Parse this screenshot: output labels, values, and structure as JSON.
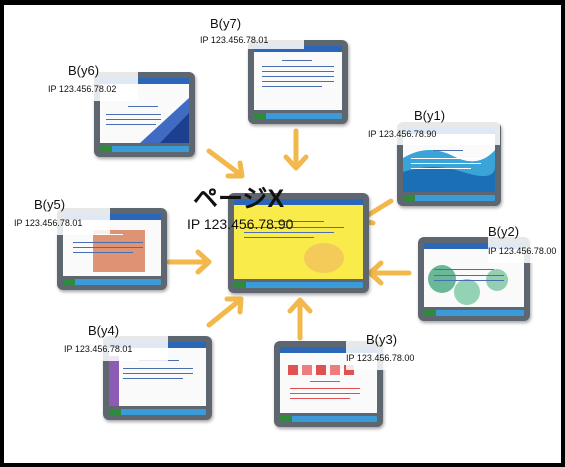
{
  "center": {
    "title": "ページX",
    "ip": "IP 123.456.78.90"
  },
  "nodes": [
    {
      "id": "y7",
      "name": "B(y7)",
      "ip": "IP 123.456.78.01"
    },
    {
      "id": "y6",
      "name": "B(y6)",
      "ip": "IP 123.456.78.02"
    },
    {
      "id": "y1",
      "name": "B(y1)",
      "ip": "IP 123.456.78.90"
    },
    {
      "id": "y5",
      "name": "B(y5)",
      "ip": "IP 123.456.78.01"
    },
    {
      "id": "y2",
      "name": "B(y2)",
      "ip": "IP 123.456.78.00"
    },
    {
      "id": "y4",
      "name": "B(y4)",
      "ip": "IP 123.456.78.01"
    },
    {
      "id": "y3",
      "name": "B(y3)",
      "ip": "IP 123.456.78.00"
    }
  ],
  "colors": {
    "arrow": "#f2b84b",
    "frame": "#5e6670",
    "titlebar": "#2b66b8",
    "navbar": "#3a9bd8",
    "center_screen": "#f9ec4a"
  }
}
